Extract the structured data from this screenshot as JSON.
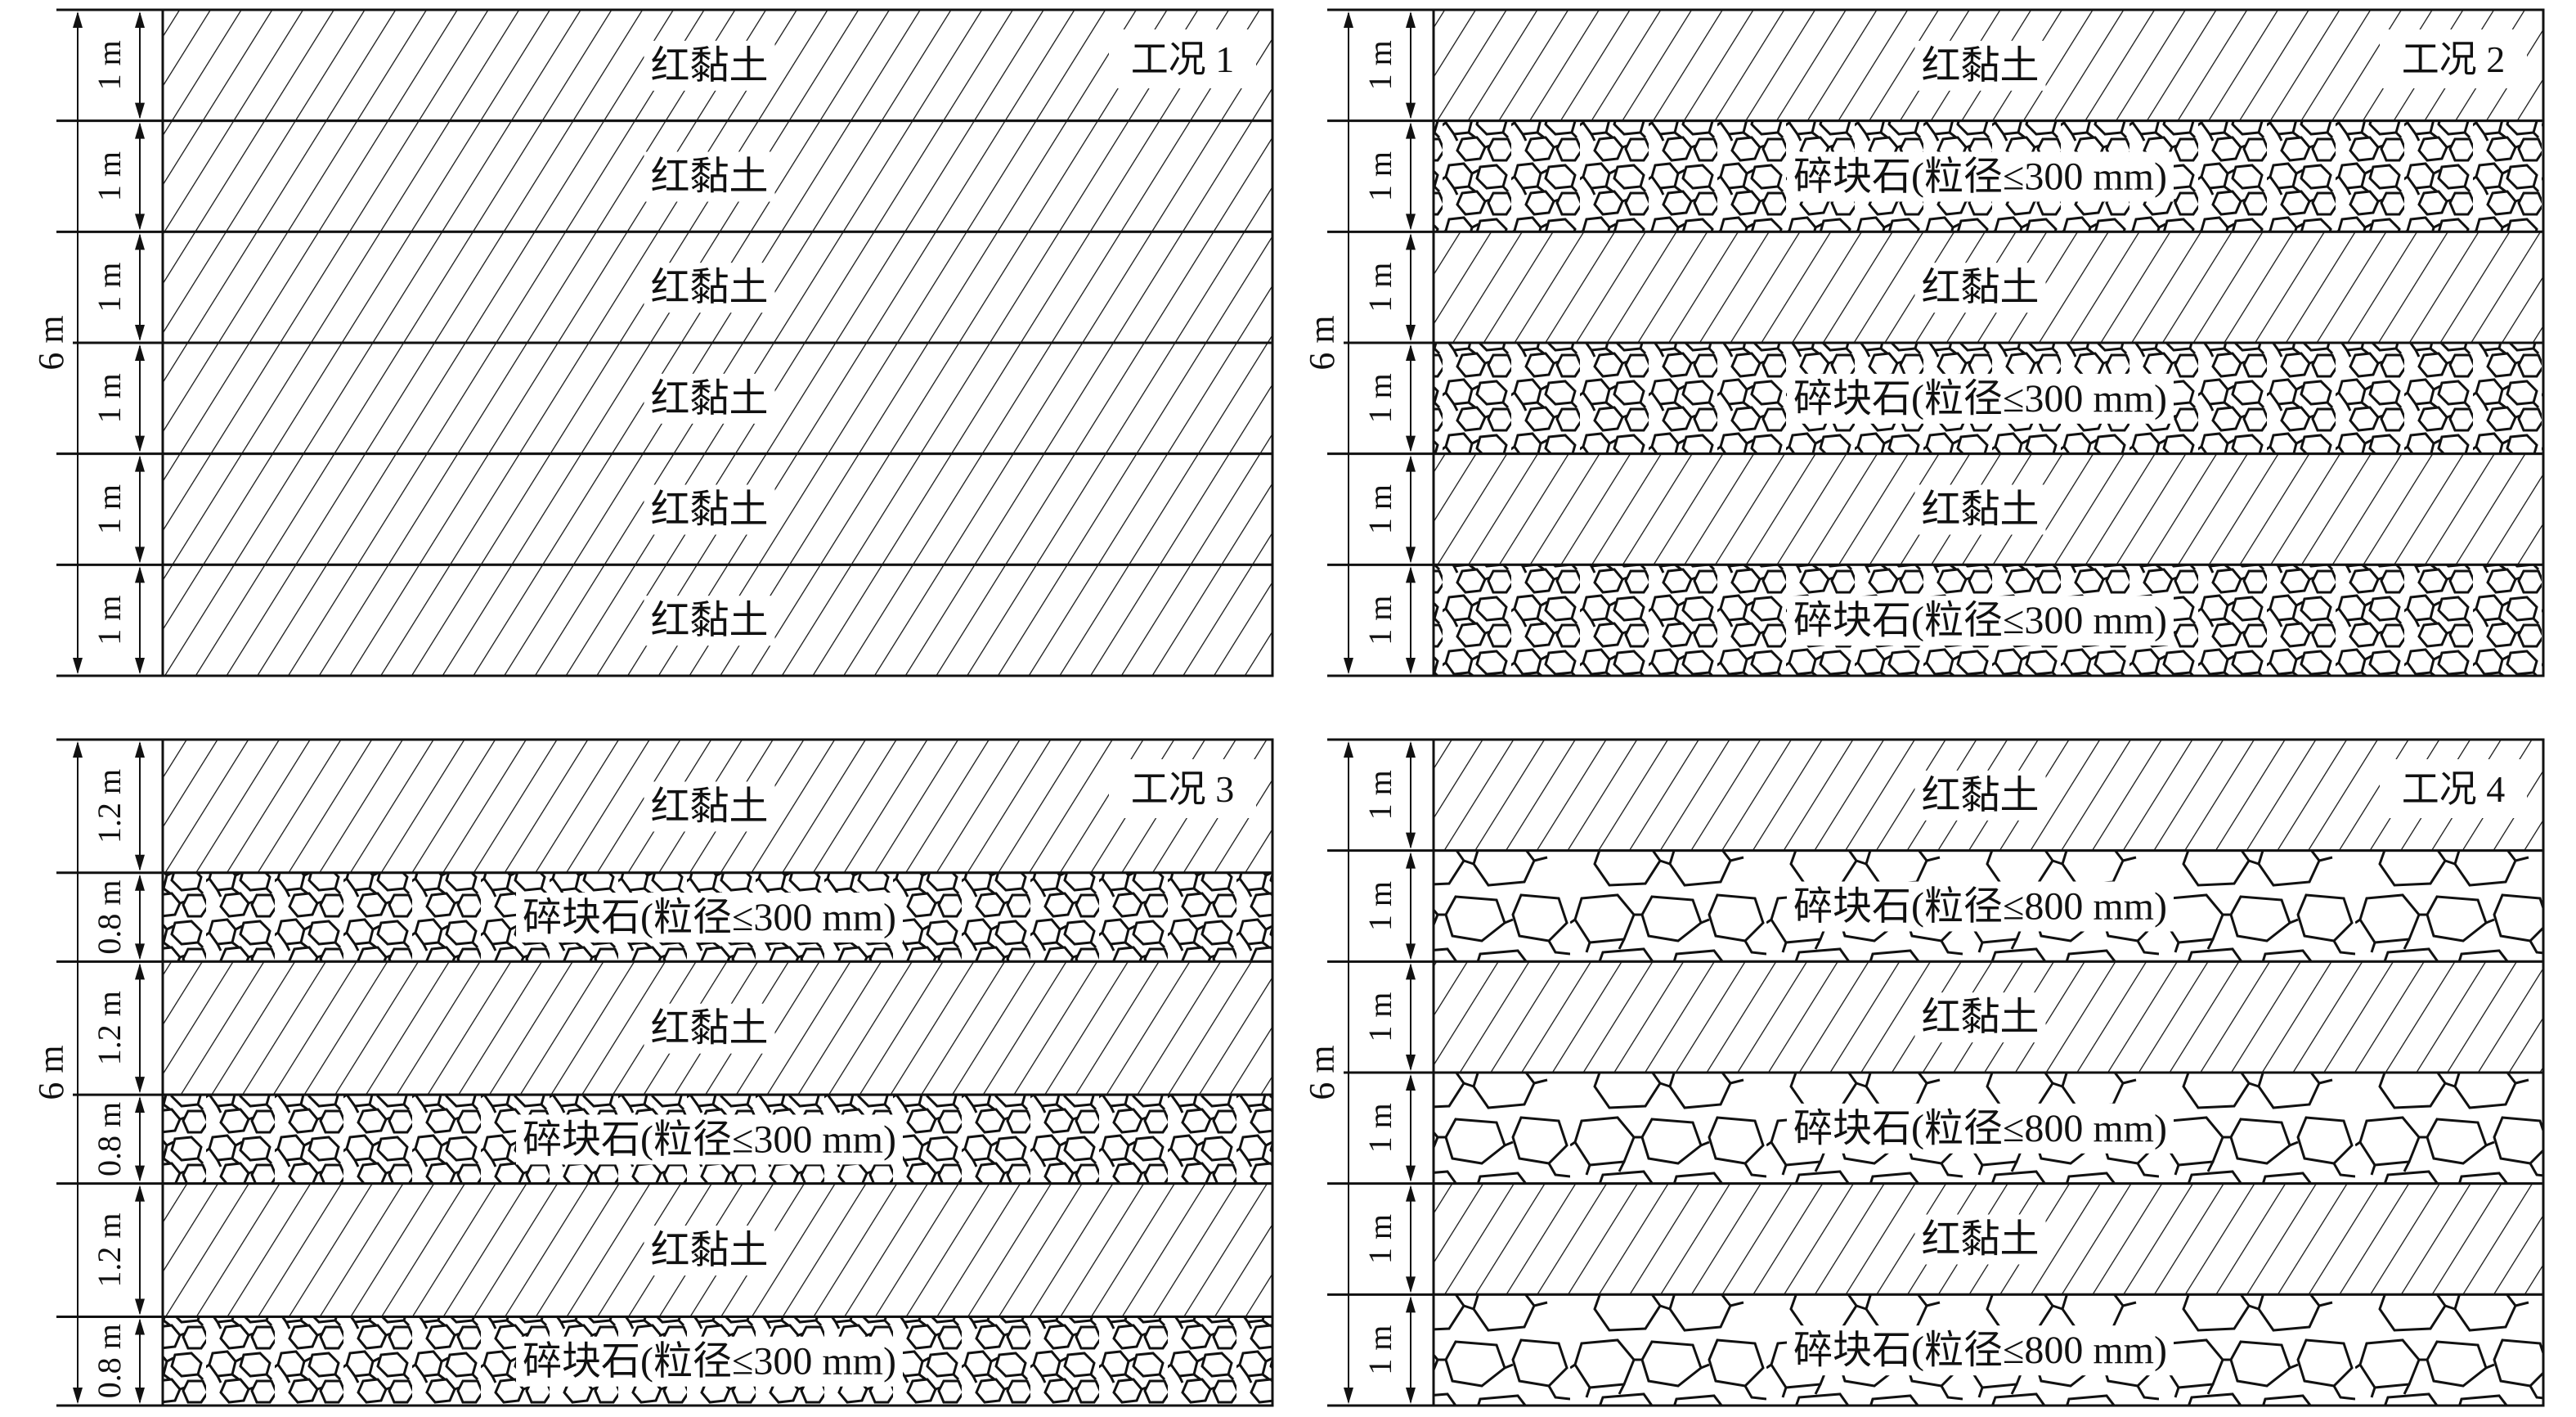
{
  "total_height_label": "6 m",
  "panels": [
    {
      "title": "工况 1",
      "layers": [
        {
          "type": "clay",
          "label": "红黏土",
          "thickness": 1,
          "thickness_label": "1 m"
        },
        {
          "type": "clay",
          "label": "红黏土",
          "thickness": 1,
          "thickness_label": "1 m"
        },
        {
          "type": "clay",
          "label": "红黏土",
          "thickness": 1,
          "thickness_label": "1 m"
        },
        {
          "type": "clay",
          "label": "红黏土",
          "thickness": 1,
          "thickness_label": "1 m"
        },
        {
          "type": "clay",
          "label": "红黏土",
          "thickness": 1,
          "thickness_label": "1 m"
        },
        {
          "type": "clay",
          "label": "红黏土",
          "thickness": 1,
          "thickness_label": "1 m"
        }
      ]
    },
    {
      "title": "工况 2",
      "layers": [
        {
          "type": "clay",
          "label": "红黏土",
          "thickness": 1,
          "thickness_label": "1 m"
        },
        {
          "type": "gravel-small",
          "label": "碎块石(粒径≤300 mm)",
          "thickness": 1,
          "thickness_label": "1 m"
        },
        {
          "type": "clay",
          "label": "红黏土",
          "thickness": 1,
          "thickness_label": "1 m"
        },
        {
          "type": "gravel-small",
          "label": "碎块石(粒径≤300 mm)",
          "thickness": 1,
          "thickness_label": "1 m"
        },
        {
          "type": "clay",
          "label": "红黏土",
          "thickness": 1,
          "thickness_label": "1 m"
        },
        {
          "type": "gravel-small",
          "label": "碎块石(粒径≤300 mm)",
          "thickness": 1,
          "thickness_label": "1 m"
        }
      ]
    },
    {
      "title": "工况 3",
      "layers": [
        {
          "type": "clay",
          "label": "红黏土",
          "thickness": 1.2,
          "thickness_label": "1.2 m"
        },
        {
          "type": "gravel-small",
          "label": "碎块石(粒径≤300 mm)",
          "thickness": 0.8,
          "thickness_label": "0.8 m"
        },
        {
          "type": "clay",
          "label": "红黏土",
          "thickness": 1.2,
          "thickness_label": "1.2 m"
        },
        {
          "type": "gravel-small",
          "label": "碎块石(粒径≤300 mm)",
          "thickness": 0.8,
          "thickness_label": "0.8 m"
        },
        {
          "type": "clay",
          "label": "红黏土",
          "thickness": 1.2,
          "thickness_label": "1.2 m"
        },
        {
          "type": "gravel-small",
          "label": "碎块石(粒径≤300 mm)",
          "thickness": 0.8,
          "thickness_label": "0.8 m"
        }
      ]
    },
    {
      "title": "工况 4",
      "layers": [
        {
          "type": "clay",
          "label": "红黏土",
          "thickness": 1,
          "thickness_label": "1 m"
        },
        {
          "type": "gravel-large",
          "label": "碎块石(粒径≤800 mm)",
          "thickness": 1,
          "thickness_label": "1 m"
        },
        {
          "type": "clay",
          "label": "红黏土",
          "thickness": 1,
          "thickness_label": "1 m"
        },
        {
          "type": "gravel-large",
          "label": "碎块石(粒径≤800 mm)",
          "thickness": 1,
          "thickness_label": "1 m"
        },
        {
          "type": "clay",
          "label": "红黏土",
          "thickness": 1,
          "thickness_label": "1 m"
        },
        {
          "type": "gravel-large",
          "label": "碎块石(粒径≤800 mm)",
          "thickness": 1,
          "thickness_label": "1 m"
        }
      ]
    }
  ]
}
